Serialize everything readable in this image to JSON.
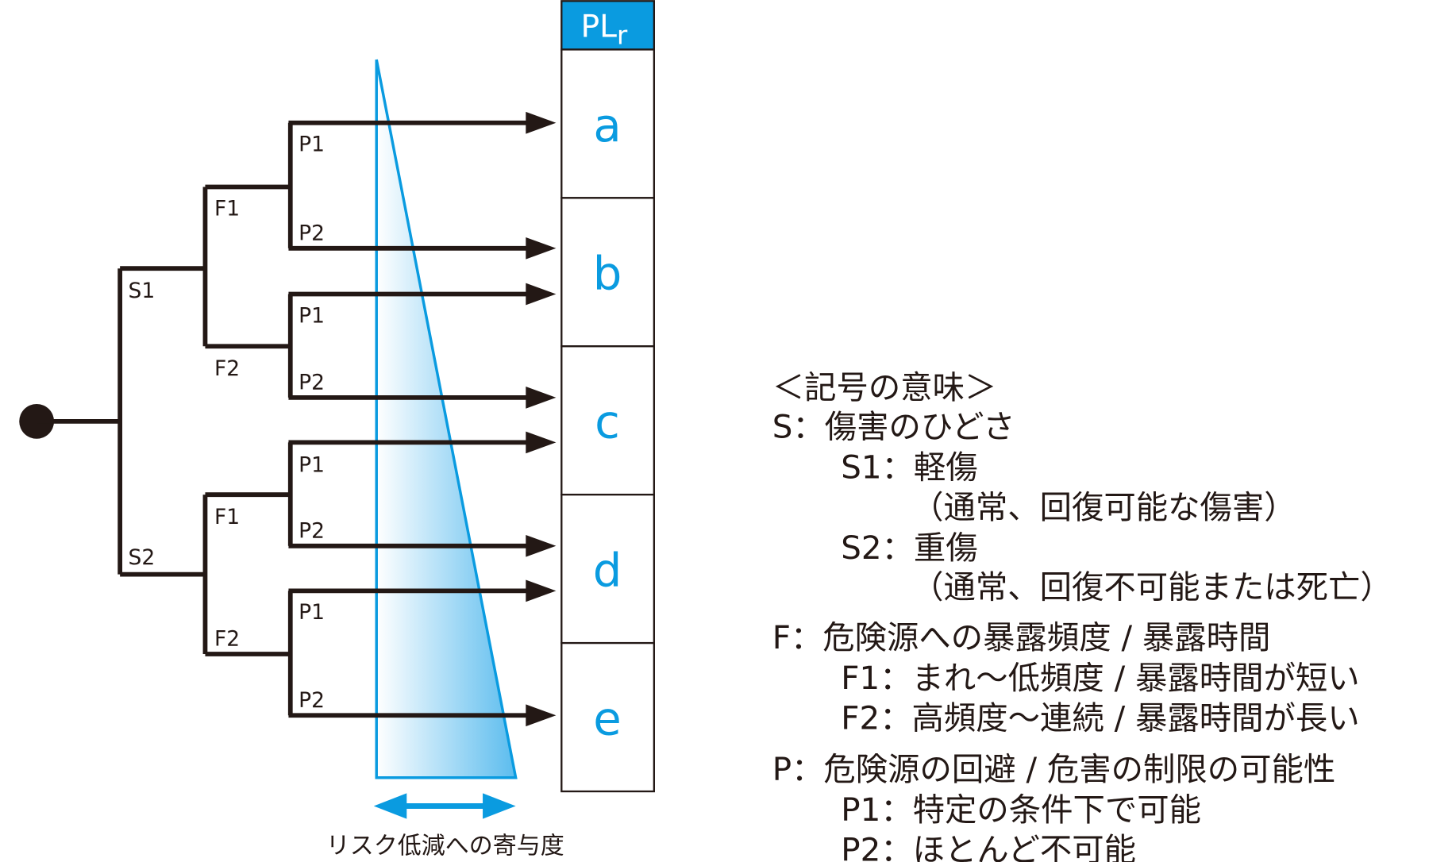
{
  "colors": {
    "accent": "#0a9be0",
    "line": "#231815"
  },
  "plr": {
    "header": "PL",
    "header_sub": "r",
    "levels": [
      "a",
      "b",
      "c",
      "d",
      "e"
    ]
  },
  "tree": {
    "s_labels": [
      "S1",
      "S2"
    ],
    "f_labels": [
      "F1",
      "F2",
      "F1",
      "F2"
    ],
    "p_labels": [
      "P1",
      "P2",
      "P1",
      "P2",
      "P1",
      "P2",
      "P1",
      "P2"
    ]
  },
  "risk_reduction_label": "リスク低減への寄与度",
  "legend": {
    "title": "＜記号の意味＞",
    "lines": [
      "S：傷害のひどさ",
      "S1：軽傷",
      "（通常、回復可能な傷害）",
      "S2：重傷",
      "（通常、回復不可能または死亡）",
      "F：危険源への暴露頻度 / 暴露時間",
      "F1：まれ～低頻度 / 暴露時間が短い",
      "F2：高頻度～連続 / 暴露時間が長い",
      "P：危険源の回避 / 危害の制限の可能性",
      "P1：特定の条件下で可能",
      "P2：ほとんど不可能"
    ]
  }
}
